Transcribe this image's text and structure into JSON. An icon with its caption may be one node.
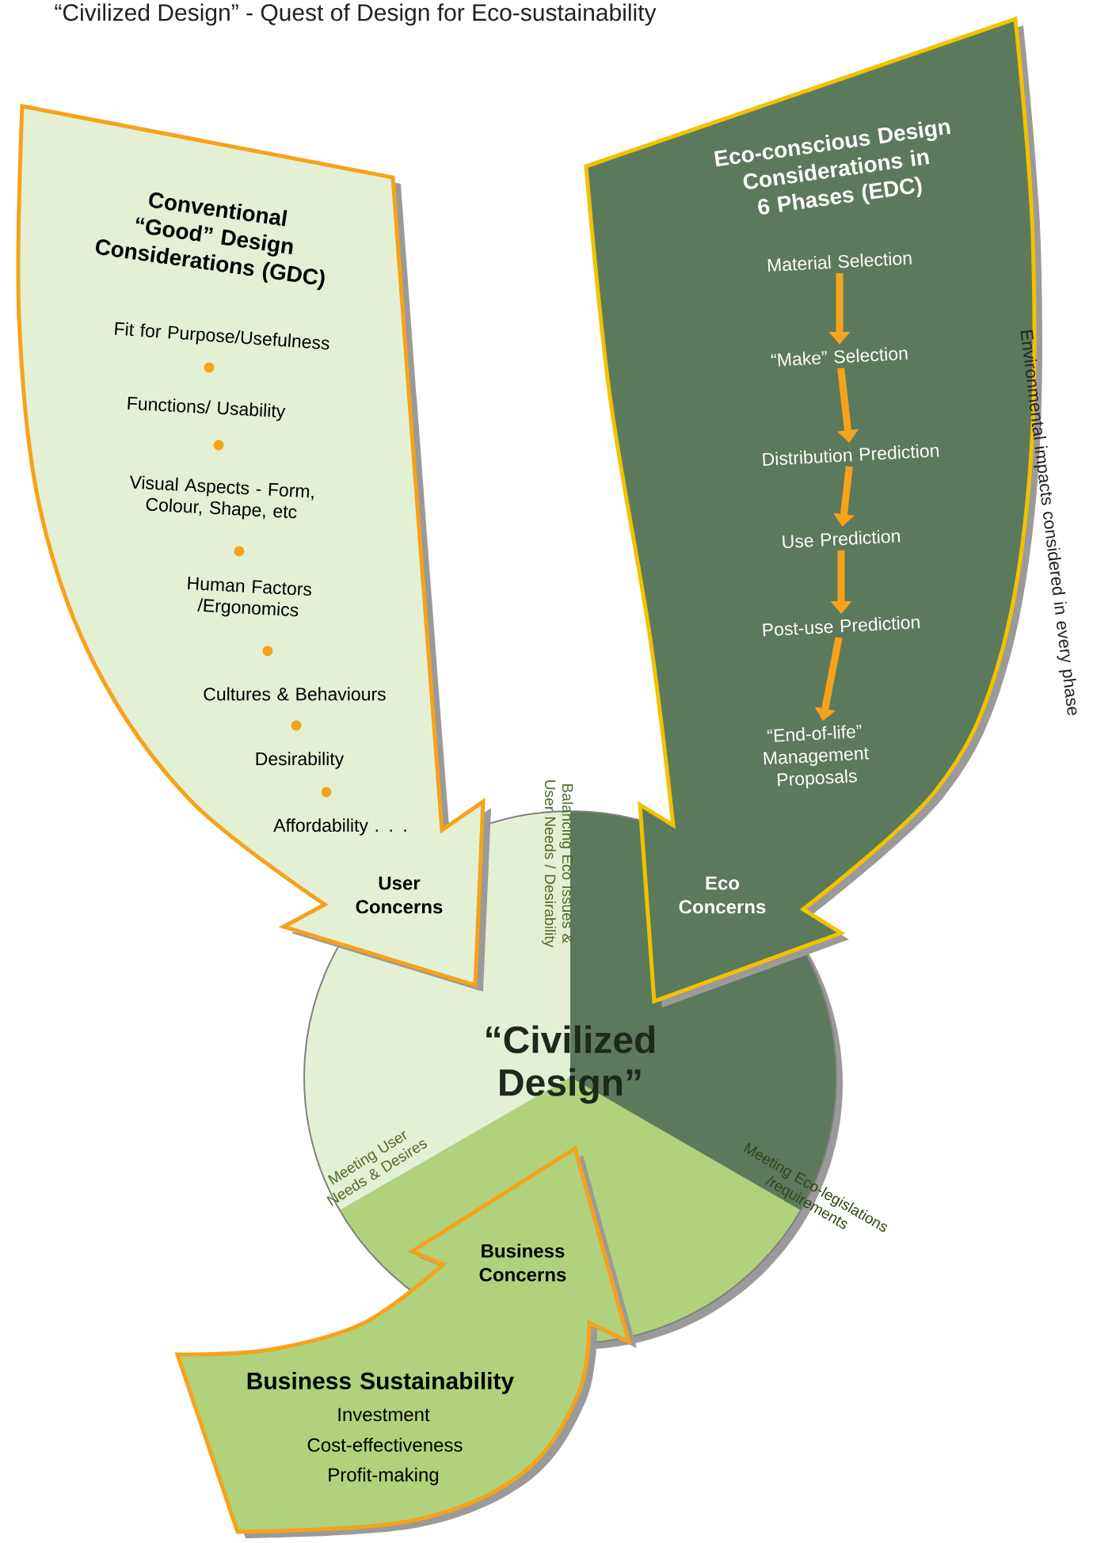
{
  "diagram": {
    "title": "“Civilized Design” - Quest of Design for Eco-sustainability",
    "nodes": [
      {
        "text": [
          "Conventional “Good” Design Considerations (GDC)",
          "Fit for Purpose/Usefulness",
          "Functions/ Usability",
          "Visual Aspects - Form, Colour, Shape, etc",
          "Human Factors /Ergonomics",
          "Cultures & Behaviours",
          "Desirability",
          "Affordability . . .",
          "User Concerns"
        ]
      },
      {
        "text": [
          "Eco-conscious Design Considerations in 6 Phases (EDC)",
          "Eco Concerns"
        ]
      },
      {
        "text": [
          "Material Selection"
        ],
        "in": 1
      },
      {
        "text": [
          "“Make” Selection"
        ],
        "in": 1
      },
      {
        "text": [
          "Distribution Prediction"
        ],
        "in": 1
      },
      {
        "text": [
          "Use Prediction"
        ],
        "in": 1
      },
      {
        "text": [
          "Post-use Prediction"
        ],
        "in": 1
      },
      {
        "text": [
          "“End-of-life” Management Proposals"
        ],
        "in": 1
      },
      {
        "text": [
          "“Civilized Design”"
        ]
      },
      {
        "text": [
          "Business Concerns",
          "Business Sustainability",
          "Investment",
          "Cost-effectiveness",
          "Profit-making"
        ]
      }
    ],
    "edges": [
      {
        "from": 2,
        "to": 3,
        "arrow": "to"
      },
      {
        "from": 3,
        "to": 4,
        "arrow": "to"
      },
      {
        "from": 4,
        "to": 5,
        "arrow": "to"
      },
      {
        "from": 5,
        "to": 6,
        "arrow": "to"
      },
      {
        "from": 6,
        "to": 7,
        "arrow": "to"
      }
    ],
    "labels": [
      "Environmental impacts considered in every phase",
      "Balancing Eco Issues & User Needs / Desirability",
      "Meeting User Needs & Desires",
      "Meeting Eco-legislations /requirements"
    ]
  }
}
